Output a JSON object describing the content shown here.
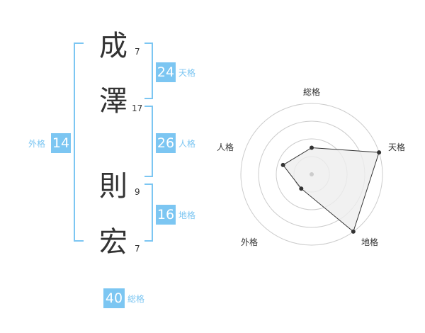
{
  "name": {
    "chars": [
      {
        "char": "成",
        "strokes": "7"
      },
      {
        "char": "澤",
        "strokes": "17"
      },
      {
        "char": "則",
        "strokes": "9"
      },
      {
        "char": "宏",
        "strokes": "7"
      }
    ]
  },
  "fortune": {
    "tenkaku": {
      "value": "24",
      "label": "天格"
    },
    "jinkaku": {
      "value": "26",
      "label": "人格"
    },
    "chikaku": {
      "value": "16",
      "label": "地格"
    },
    "gaikaku": {
      "value": "14",
      "label": "外格"
    },
    "soukaku": {
      "value": "40",
      "label": "総格"
    }
  },
  "colors": {
    "accent": "#7cc6f2",
    "text": "#333333",
    "grid": "#cccccc",
    "fill": "#eeeeee"
  },
  "chart_data": {
    "type": "radar",
    "axes": [
      "総格",
      "天格",
      "地格",
      "外格",
      "人格"
    ],
    "rings": 4,
    "max": 4,
    "values": [
      1.5,
      4,
      4,
      1,
      1.7
    ]
  }
}
